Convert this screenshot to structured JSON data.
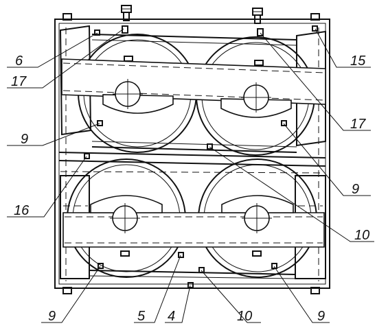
{
  "labels": {
    "l6": "6",
    "l17a": "17",
    "l9a": "9",
    "l16": "16",
    "l9b": "9",
    "l5": "5",
    "l4": "4",
    "l10a": "10",
    "l9c": "9",
    "l15": "15",
    "l17b": "17",
    "l9d": "9",
    "l10b": "10"
  }
}
